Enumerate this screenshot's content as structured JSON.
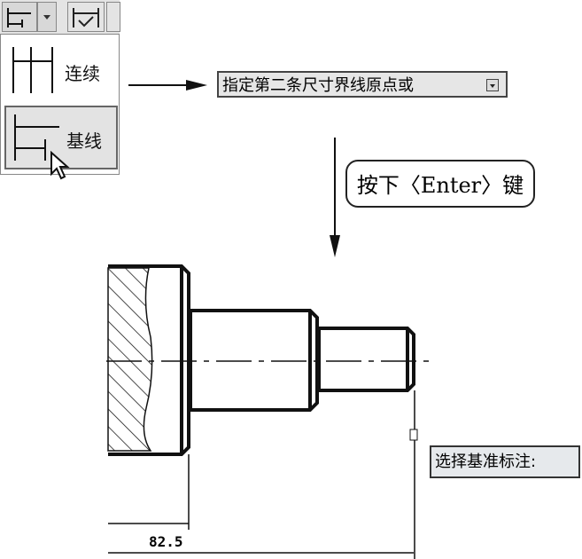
{
  "menu": {
    "items": [
      {
        "label": "连续"
      },
      {
        "label": "基线"
      }
    ]
  },
  "prompt": {
    "text": "指定第二条尺寸界线原点或"
  },
  "callout": {
    "text": "按下〈Enter〉键"
  },
  "tooltip": {
    "text": "选择基准标注:"
  },
  "drawing": {
    "dimension_text": "82.5"
  }
}
